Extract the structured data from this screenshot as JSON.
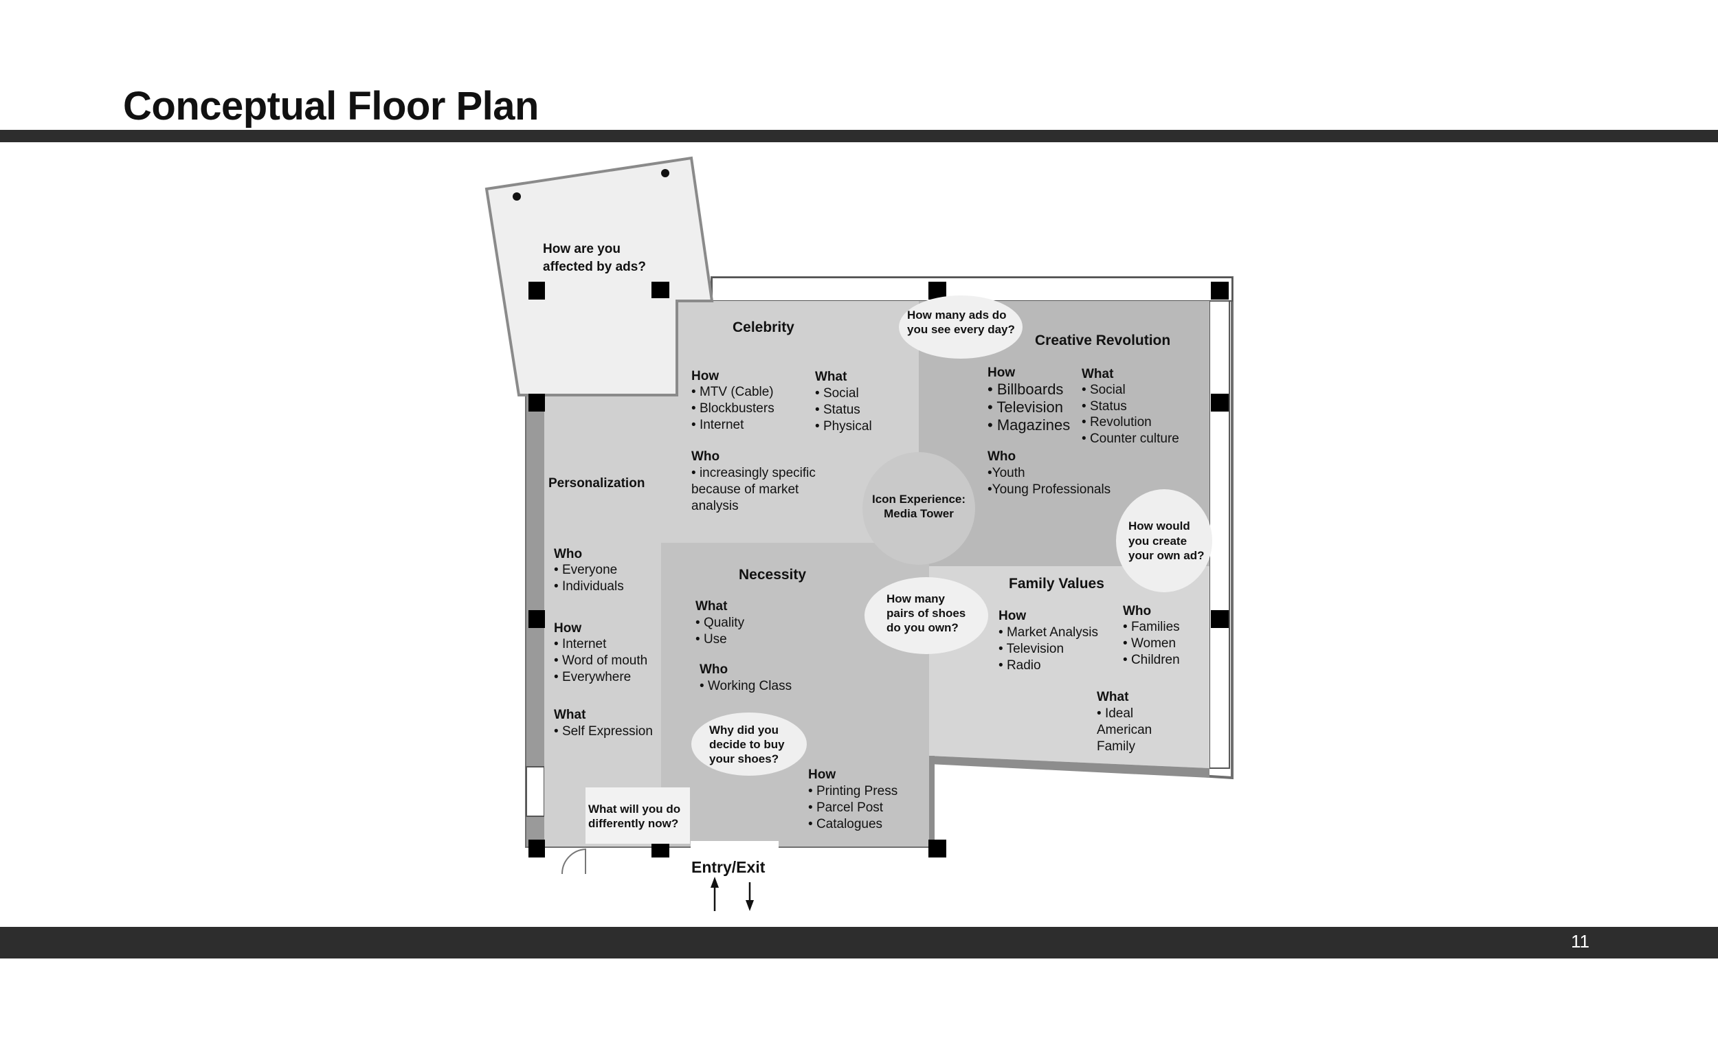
{
  "slide": {
    "title": "Conceptual Floor Plan",
    "page_number": "11"
  },
  "plan": {
    "entry_label": "Entry/Exit",
    "icon_experience": [
      "Icon Experience:",
      "Media Tower"
    ],
    "questions": {
      "affected": [
        "How are you",
        "affected by ads?"
      ],
      "ads_per_day": [
        "How many ads do",
        "you see every day?"
      ],
      "create_own": [
        "How would",
        "you create",
        "your own ad?"
      ],
      "shoes_owned": [
        "How many",
        "pairs of shoes",
        "do you own?"
      ],
      "why_shoes": [
        "Why did you",
        "decide to buy",
        "your shoes?"
      ],
      "differently": [
        "What will you do",
        "differently now?"
      ]
    },
    "zones": {
      "celebrity": {
        "title": "Celebrity",
        "how_heading": "How",
        "how": [
          "MTV (Cable)",
          "Blockbusters",
          "Internet"
        ],
        "what_heading": "What",
        "what": [
          "Social",
          "Status",
          "Physical"
        ],
        "who_heading": "Who",
        "who": [
          "increasingly specific",
          "because of market",
          "analysis"
        ]
      },
      "creative_revolution": {
        "title": "Creative Revolution",
        "how_heading": "How",
        "how": [
          "Billboards",
          "Television",
          "Magazines"
        ],
        "what_heading": "What",
        "what": [
          "Social",
          "Status",
          "Revolution",
          "Counter culture"
        ],
        "who_heading": "Who",
        "who": [
          "Youth",
          "Young Professionals"
        ]
      },
      "personalization": {
        "title": "Personalization",
        "who_heading": "Who",
        "who": [
          "Everyone",
          "Individuals"
        ],
        "how_heading": "How",
        "how": [
          "Internet",
          "Word of mouth",
          "Everywhere"
        ],
        "what_heading": "What",
        "what": [
          "Self Expression"
        ]
      },
      "necessity": {
        "title": "Necessity",
        "what_heading": "What",
        "what": [
          "Quality",
          "Use"
        ],
        "who_heading": "Who",
        "who": [
          "Working Class"
        ],
        "how_heading": "How",
        "how": [
          "Printing Press",
          "Parcel Post",
          "Catalogues"
        ]
      },
      "family_values": {
        "title": "Family Values",
        "how_heading": "How",
        "how": [
          "Market Analysis",
          "Television",
          "Radio"
        ],
        "who_heading": "Who",
        "who": [
          "Families",
          "Women",
          "Children"
        ],
        "what_heading": "What",
        "what": [
          "Ideal",
          "American",
          "Family"
        ]
      }
    },
    "colors": {
      "dark_rule": "#2d2d2d",
      "zone_light": "#d2d2d2",
      "zone_mid": "#c4c4c4",
      "zone_dark": "#b8b8b8",
      "bubble": "#f0f0f0",
      "column": "#000000"
    }
  }
}
